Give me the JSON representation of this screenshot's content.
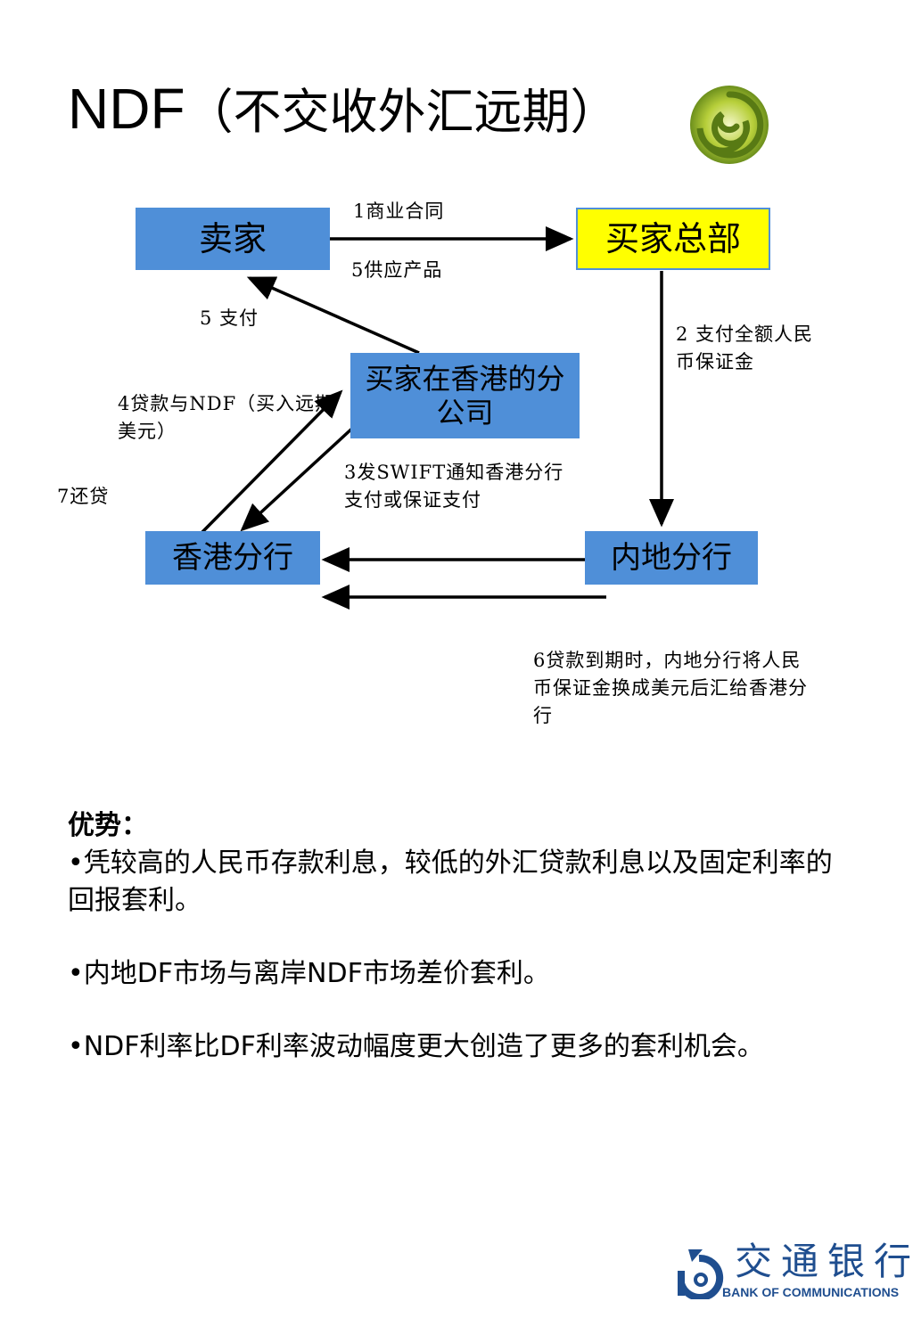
{
  "title": {
    "latin": "NDF",
    "cjk": "（不交收外汇远期）"
  },
  "logo": {
    "icon": "green-swirl-icon"
  },
  "diagram": {
    "nodes": {
      "seller": "卖家",
      "buyer_hq": "买家总部",
      "buyer_hk_branch": "买家在香港的分公司",
      "hk_branch": "香港分行",
      "mainland_branch": "内地分行"
    },
    "labels": {
      "l1": "1商业合同",
      "l5a": "5供应产品",
      "l5b": "5 支付",
      "l2": "2 支付全额人民币保证金",
      "l4": "4贷款与NDF（买入远期美元）",
      "l3": "3发SWIFT通知香港分行支付或保证支付",
      "l7": "7还贷",
      "l6": "6贷款到期时，内地分行将人民币保证金换成美元后汇给香港分行"
    },
    "colors": {
      "box": "#4f8fd8",
      "highlight": "#ffff00"
    }
  },
  "advantages": {
    "heading": "优势：",
    "items": [
      "•凭较高的人民币存款利息，较低的外汇贷款利息以及固定利率的回报套利。",
      "•内地DF市场与离岸NDF市场差价套利。",
      "•NDF利率比DF利率波动幅度更大创造了更多的套利机会。"
    ]
  },
  "footer": {
    "bank_cn": "交通银行",
    "bank_en": "BANK OF COMMUNICATIONS",
    "icon": "bank-of-communications-logo-icon"
  }
}
